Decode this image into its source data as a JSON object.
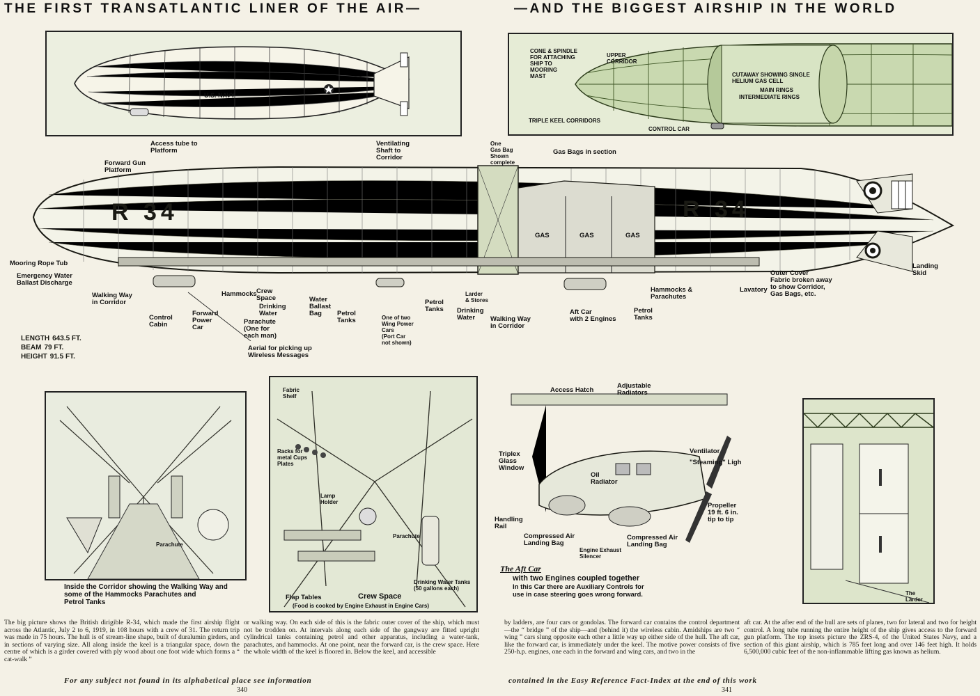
{
  "headline": {
    "left": "THE FIRST TRANSATLANTIC LINER OF THE AIR—",
    "right": "—AND THE BIGGEST AIRSHIP IN THE WORLD"
  },
  "top_left_panel": {
    "navy_label": "U.S. NAVY"
  },
  "top_right_panel": {
    "labels": {
      "cone": "CONE & SPINDLE\nFOR ATTACHING\nSHIP TO\nMOORING\nMAST",
      "upper_corridor": "UPPER\nCORRIDOR",
      "cutaway": "CUTAWAY SHOWING SINGLE\nHELIUM GAS CELL",
      "main_rings": "MAIN RINGS",
      "intermediate_rings": "INTERMEDIATE RINGS",
      "triple_keel": "TRIPLE KEEL CORRIDORS",
      "control_car": "CONTROL CAR"
    }
  },
  "main_diagram": {
    "registration": "R 34",
    "gas_label": "GAS",
    "labels": {
      "access_tube": "Access tube to\nPlatform",
      "forward_gun": "Forward Gun\nPlatform",
      "ventilating_shaft": "Ventilating\nShaft to\nCorridor",
      "one_gas_bag": "One\nGas Bag\nShown\ncomplete",
      "gas_bags_section": "Gas Bags in section",
      "mooring_rope": "Mooring Rope Tub",
      "emergency_water": "Emergency Water\nBallast Discharge",
      "walking_way_corridor": "Walking Way\nin Corridor",
      "control_cabin": "Control\nCabin",
      "forward_power_car": "Forward\nPower\nCar",
      "hammocks": "Hammocks",
      "crew_space": "Crew\nSpace",
      "drinking_water": "Drinking\nWater",
      "parachute": "Parachute\n(One for\neach man)",
      "water_ballast": "Water\nBallast\nBag",
      "petrol_tanks_1": "Petrol\nTanks",
      "wing_power_cars": "One of two\nWing Power\nCars\n(Port Car\nnot shown)",
      "petrol_tanks_2": "Petrol\nTanks",
      "larder": "Larder\n& Stores",
      "drinking_water_2": "Drinking\nWater",
      "walking_way_2": "Walking Way\nin Corridor",
      "aft_car": "Aft Car\nwith 2 Engines",
      "petrol_tanks_3": "Petrol\nTanks",
      "hammocks_parachutes": "Hammocks &\nParachutes",
      "lavatory": "Lavatory",
      "outer_cover": "Outer Cover\nFabric broken away\nto show Corridor,\nGas Bags, etc.",
      "landing_skid": "Landing\nSkid",
      "aerial": "Aerial for picking up\nWireless Messages"
    },
    "specs": [
      {
        "label": "LENGTH",
        "value": "643.5 FT."
      },
      {
        "label": "BEAM",
        "value": "79 FT."
      },
      {
        "label": "HEIGHT",
        "value": "91.5 FT."
      }
    ]
  },
  "bottom_panels": {
    "corridor": {
      "parachute": "Parachute",
      "caption": "Inside the Corridor showing the Walking Way and\nsome of the Hammocks Parachutes and\nPetrol Tanks"
    },
    "crew": {
      "fabric_shelf": "Fabric\nShelf",
      "racks": "Racks for\nmetal Cups\nPlates",
      "lamp_holder": "Lamp\nHolder",
      "parachute": "Parachute",
      "drinking_tanks": "Drinking Water Tanks\n(50 gallons each)",
      "flap_tables": "Flap Tables",
      "crew_space": "Crew Space",
      "food_note": "(Food is cooked by Engine Exhaust in Engine Cars)"
    },
    "aft_car": {
      "access_hatch": "Access Hatch",
      "adjustable_radiators": "Adjustable\nRadiators",
      "ventilator": "Ventilator",
      "steaming_light": "\"Steaming\" Light",
      "triplex": "Triplex\nGlass\nWindow",
      "oil_radiator": "Oil\nRadiator",
      "propeller": "Propeller\n19 ft. 6 in.\ntip to tip",
      "handling_rail": "Handling\nRail",
      "compressed_air_1": "Compressed Air\nLanding Bag",
      "compressed_air_2": "Compressed Air\nLanding Bag",
      "engine_exhaust": "Engine Exhaust\nSilencer",
      "title": "The Aft Car",
      "subtitle": "with two Engines coupled together",
      "note": "In this Car there are Auxiliary Controls for\nuse in case steering goes wrong forward."
    },
    "larder": {
      "caption": "The\nLarder"
    }
  },
  "body_text": {
    "col1": "The big picture shows the British dirigible R-34, which made the first airship flight across the Atlantic, July 2 to 6, 1919, in 108 hours with a crew of 31. The return trip was made in 75 hours. The hull is of stream-line shape, built of duralumin girders, and in sections of varying size. All along inside the keel is a triangular space, down the centre of which is a girder covered with ply wood about one foot wide which forms a “ cat-walk ”",
    "col2": "or walking way. On each side of this is the fabric outer cover of the ship, which must not be trodden on. At intervals along each side of the gangway are fitted upright cylindrical tanks containing petrol and other apparatus, including a water-tank, parachutes, and hammocks. At one point, near the forward car, is the crew space. Here the whole width of the keel is floored in. Below the keel, and accessible",
    "col3": "by ladders, are four cars or gondolas. The forward car contains the control department—the “ bridge ” of the ship—and (behind it) the wireless cabin. Amidships are two “ wing ” cars slung opposite each other a little way up either side of the hull. The aft car, like the forward car, is immediately under the keel. The motive power consists of five 250-h.p. engines, one each in the forward and wing cars, and two in the",
    "col4": "aft car. At the after end of the hull are sets of planes, two for lateral and two for height control. A long tube running the entire height of the ship gives access to the forward gun platform. The top insets picture the ZRS-4, of the United States Navy, and a section of this giant airship, which is 785 feet long and over 146 feet high. It holds 6,500,000 cubic feet of the non-inflammable lifting gas known as helium."
  },
  "footer": {
    "left": "For any subject not found in its alphabetical place see information",
    "right": "contained in the Easy Reference Fact-Index at the end of this work",
    "page_left": "340",
    "page_right": "341"
  },
  "colors": {
    "paper": "#f4f1e6",
    "ink": "#1a1a14",
    "tint": "#cfdcb6"
  }
}
